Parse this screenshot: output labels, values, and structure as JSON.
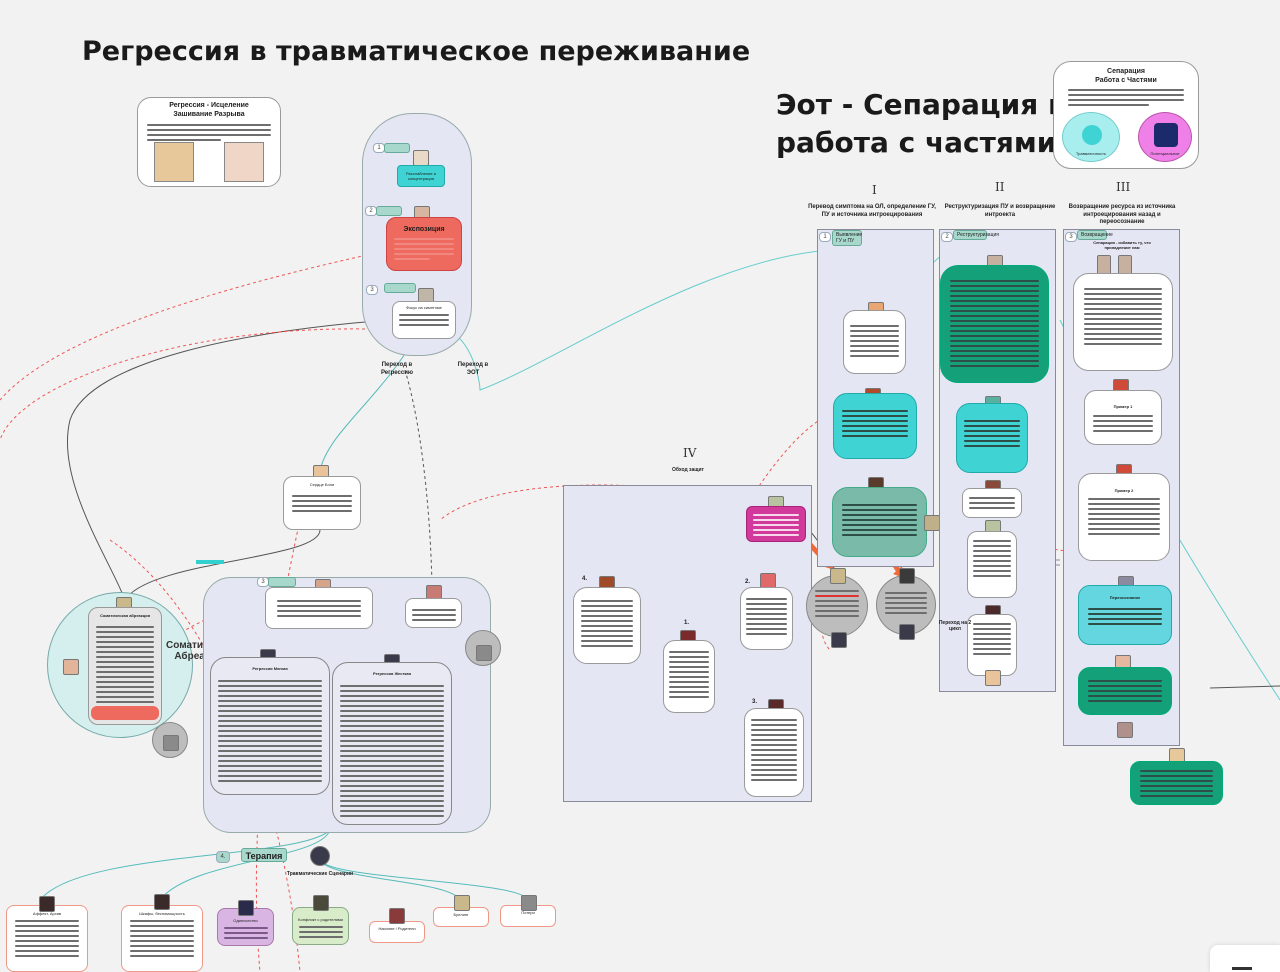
{
  "titles": {
    "main": "Регрессия в травматическое переживание",
    "eot_line1": "Эот - Сепарация и",
    "eot_line2": "работа с частями"
  },
  "cards": {
    "regression_heal": {
      "title1": "Регрессия - Исцеление",
      "title2": "Зашивание Разрыва"
    },
    "separation": {
      "title1": "Сепарация",
      "title2": "Работа с Частями",
      "left": "Травматичность",
      "right": "Потенциальное"
    },
    "exposition": {
      "title": "Экспозиция"
    },
    "relaxation": {
      "title": "Расслабление и концентрация"
    },
    "focus": {
      "title": "Фокус на симптоме"
    },
    "heart": {
      "title": "Сердце Боли"
    },
    "somatic": {
      "title": "Соматическая абреакция",
      "big1": "Соматическая",
      "big2": "Абреакция"
    },
    "regress_soft": {
      "title": "Регрессия Мягкая"
    },
    "regress_hard": {
      "title": "Регрессия Жесткая"
    },
    "trauma_scenario": {
      "title": "Травматические Сценарии"
    },
    "therapy": {
      "title": "Терапия",
      "num": "4."
    }
  },
  "transitions": {
    "to_regress": "Переход в Регрессию",
    "to_eot": "Переход в ЭОТ",
    "two_cycles": "Переход на 2 цикл",
    "bypass": "Обход защит"
  },
  "roman": {
    "i": "I",
    "ii": "II",
    "iii": "III",
    "iv": "IV"
  },
  "columns": {
    "c1": "Перевод симптома на ОЛ, определение ГУ, ПУ и источника интроецирования",
    "c2": "Реструктуризация ПУ и возвращение интроекта",
    "c3": "Возвращение ресурса из источника интроецирования назад и переосознание"
  },
  "column_tags": {
    "c1": "Выявление ГУ и ПУ",
    "c2": "Реструктуризация",
    "c3": "Возвращение"
  },
  "bypass_nums": {
    "n1": "1.",
    "n2": "2.",
    "n3": "3.",
    "n4": "4."
  },
  "col3_items": {
    "sep_title": "Сепарация - избавить ту, что принадлежит нам",
    "ex1": "Пример 1",
    "ex2": "Пример 2",
    "reframe": "Переосознание"
  },
  "bottom_items": [
    "Аффект, Архив",
    "Шкафы, беспомощность",
    "Одиночество",
    "Конфликт с родителями",
    "Насилие / Родители",
    "Буллинг",
    "Потери"
  ],
  "colors": {
    "teal": "#3fd3d3",
    "green": "#14a17a",
    "salmon": "#ee6a5e",
    "magenta": "#d13a9a",
    "lavender": "#e4e6f4",
    "mint": "#a8d8cc"
  }
}
